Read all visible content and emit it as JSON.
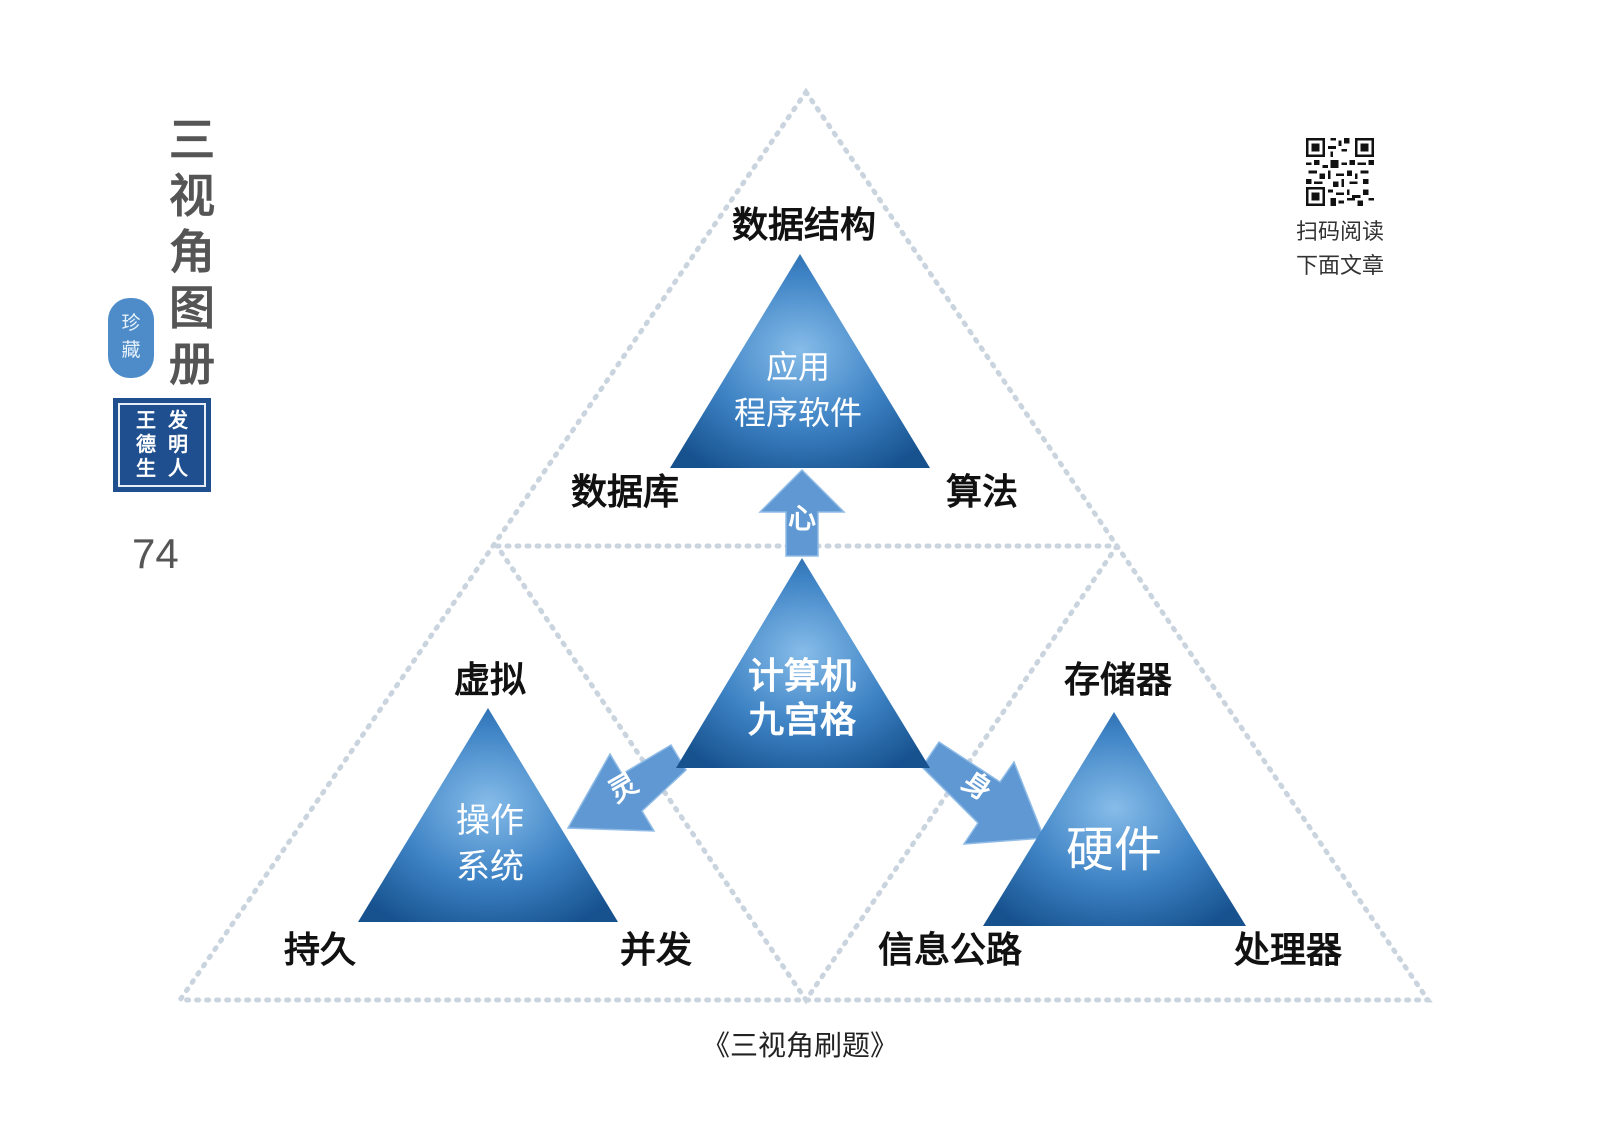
{
  "side_title": [
    "三",
    "视",
    "角",
    "图",
    "册"
  ],
  "seal_round": [
    "珍",
    "藏"
  ],
  "seal_square": {
    "right_column": [
      "发",
      "明",
      "人"
    ],
    "left_column": [
      "王",
      "德",
      "生"
    ]
  },
  "page_number": "74",
  "qr_caption": [
    "扫码阅读",
    "下面文章"
  ],
  "caption": "《三视角刷题》",
  "colors": {
    "triangle_light": "#7fb6e6",
    "triangle_dark": "#1b5a9c",
    "arrow": "#5f98d2",
    "dotted_outline": "#c9d4de",
    "label": "#111111",
    "side_gray": "#555555",
    "seal_blue": "#1f4f8f"
  },
  "diagram": {
    "center": {
      "lines": [
        "计算机",
        "九宫格"
      ]
    },
    "top": {
      "lines": [
        "应用",
        "程序软件"
      ],
      "labels": {
        "top": "数据结构",
        "left": "数据库",
        "right": "算法"
      }
    },
    "left": {
      "lines": [
        "操作",
        "系统"
      ],
      "labels": {
        "top": "虚拟",
        "left": "持久",
        "right": "并发"
      }
    },
    "right": {
      "lines": [
        "硬件"
      ],
      "labels": {
        "top": "存储器",
        "left": "信息公路",
        "right": "处理器"
      }
    },
    "arrows": {
      "top": "心",
      "left": "灵",
      "right": "身"
    }
  }
}
